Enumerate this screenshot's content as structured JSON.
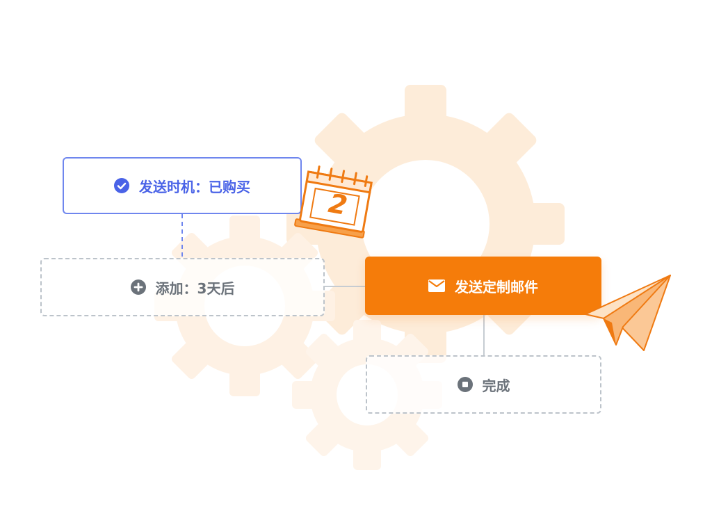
{
  "nodes": {
    "trigger": {
      "label": "发送时机：已购买",
      "icon": "check-circle-icon"
    },
    "delay": {
      "label": "添加：3天后",
      "icon": "plus-circle-icon"
    },
    "email": {
      "label": "发送定制邮件",
      "icon": "envelope-icon"
    },
    "done": {
      "label": "完成",
      "icon": "stop-circle-icon"
    }
  },
  "calendar": {
    "day": "2"
  },
  "colors": {
    "accent_orange": "#f57c0a",
    "accent_blue": "#4a63e7",
    "gear_bg": "#fdeedd",
    "dashed_border": "#bcc3ca"
  }
}
